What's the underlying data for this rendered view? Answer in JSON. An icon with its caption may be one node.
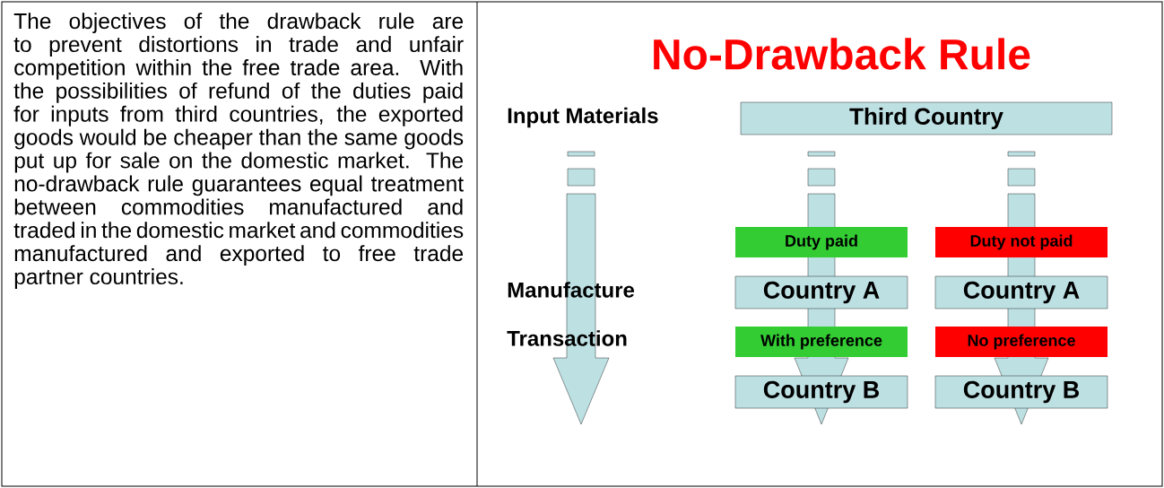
{
  "diagram": {
    "title": "No-Drawback Rule",
    "nodes": [
      {
        "text": [
          "Third Country"
        ]
      },
      {
        "text": [
          "Duty paid"
        ]
      },
      {
        "text": [
          "Country A"
        ]
      },
      {
        "text": [
          "With preference"
        ]
      },
      {
        "text": [
          "Country B"
        ]
      },
      {
        "text": [
          "Duty not paid"
        ]
      },
      {
        "text": [
          "Country A"
        ]
      },
      {
        "text": [
          "No preference"
        ]
      },
      {
        "text": [
          "Country B"
        ]
      }
    ],
    "edges": [
      {
        "from": 1,
        "to": 4,
        "arrow": "to"
      },
      {
        "from": 5,
        "to": 8,
        "arrow": "to"
      }
    ],
    "labels": [
      "The objectives of the drawback rule are to prevent distortions in trade and unfair competition within the free trade area. With the possibilities of refund of the duties paid for inputs from third countries, the exported goods would be cheaper than the same goods put up for sale on the domestic market. The no-drawback rule guarantees equal treatment between commodities manufactured and traded in the domestic market and commodities manufactured and exported to free trade partner countries.",
      "Input Materials",
      "Manufacture",
      "Transaction"
    ]
  }
}
